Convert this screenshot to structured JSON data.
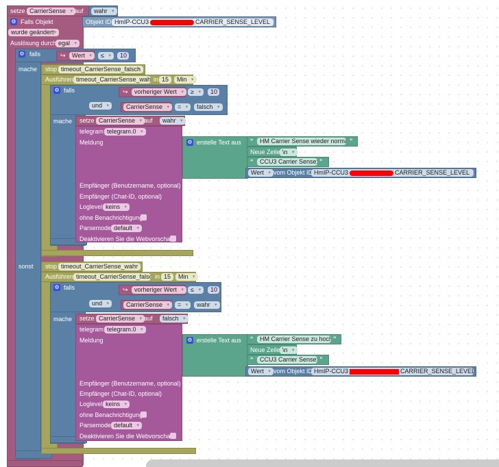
{
  "trigger": {
    "setze": "setze",
    "var": "CarrierSense",
    "auf": "auf",
    "value": "wahr",
    "falls_objekt": "Falls Objekt",
    "objekt_id_label": "Objekt ID",
    "objekt_id_prefix": "HmIP-CCU3",
    "objekt_id_suffix": "CARRIER_SENSE_LEVEL",
    "wurde": "wurde geändert",
    "ausloesung_label": "Auslösung durch",
    "ausloesung": "egal"
  },
  "if_main": {
    "falls": "falls",
    "wert": "Wert",
    "op": "≤",
    "num": "10",
    "mache": "mache",
    "sonst": "sonst"
  },
  "branch1": {
    "stop": "stop",
    "stop_timer": "timeout_CarrierSense_falsch",
    "ausfuehren": "Ausführen",
    "exec_timer": "timeout_CarrierSense_wahr",
    "in": "in",
    "mins": "15",
    "unit": "Min",
    "falls": "falls",
    "prev": "vorheriger Wert",
    "op": "≥",
    "num": "10",
    "und": "und",
    "var": "CarrierSense",
    "eq": "=",
    "cmp": "falsch",
    "mache": "mache",
    "setze": "setze",
    "set_var": "CarrierSense",
    "auf": "auf",
    "set_val": "wahr",
    "telegram": "telegram",
    "instance": "telegram.0",
    "meldung": "Meldung",
    "erstelle": "erstelle Text aus",
    "text1": "HM Carrier Sense wieder normal!",
    "neue_zeile": "Neue Zeile",
    "nl": "\\n",
    "text2": "CCU3 Carrier Sense:",
    "wert": "Wert",
    "vom": "vom Objekt ID",
    "id_prefix": "HmIP-CCU3",
    "id_suffix": "CARRIER_SENSE_LEVEL",
    "empf1": "Empfänger (Benutzername, optional)",
    "empf2": "Empfänger (Chat-ID, optional)",
    "loglevel": "Loglevel",
    "loglevel_val": "keins",
    "ohne": "ohne Benachrichtigung",
    "parsemode": "Parsemode",
    "parsemode_val": "default",
    "webvorschau": "Deaktivieren Sie die Webvorschau"
  },
  "branch2": {
    "stop": "stop",
    "stop_timer": "timeout_CarrierSense_wahr",
    "ausfuehren": "Ausführen",
    "exec_timer": "timeout_CarrierSense_falsch",
    "in": "in",
    "mins": "15",
    "unit": "Min",
    "falls": "falls",
    "prev": "vorheriger Wert",
    "op": "≤",
    "num": "10",
    "und": "und",
    "var": "CarrierSense",
    "eq": "=",
    "cmp": "wahr",
    "mache": "mache",
    "setze": "setze",
    "set_var": "CarrierSense",
    "auf": "auf",
    "set_val": "falsch",
    "telegram": "telegram",
    "instance": "telegram.0",
    "meldung": "Meldung",
    "erstelle": "erstelle Text aus",
    "text1": "HM Carrier Sense zu hoch!",
    "neue_zeile": "Neue Zeile",
    "nl": "\\n",
    "text2": "CCU3 Carrier Sense:",
    "wert": "Wert",
    "vom": "vom Objekt ID",
    "id_prefix": "HmIP-CCU3",
    "id_suffix": "CARRIER_SENSE_LEVEL",
    "empf1": "Empfänger (Benutzername, optional)",
    "empf2": "Empfänger (Chat-ID, optional)",
    "loglevel": "Loglevel",
    "loglevel_val": "keins",
    "ohne": "ohne Benachrichtigung",
    "parsemode": "Parsemode",
    "parsemode_val": "default",
    "webvorschau": "Deaktivieren Sie die Webvorschau"
  },
  "colors": {
    "variable": "#a55b80",
    "logic": "#5b80a5",
    "timer": "#a5a55b",
    "telegram": "#a5589a",
    "text": "#5ba58c"
  }
}
